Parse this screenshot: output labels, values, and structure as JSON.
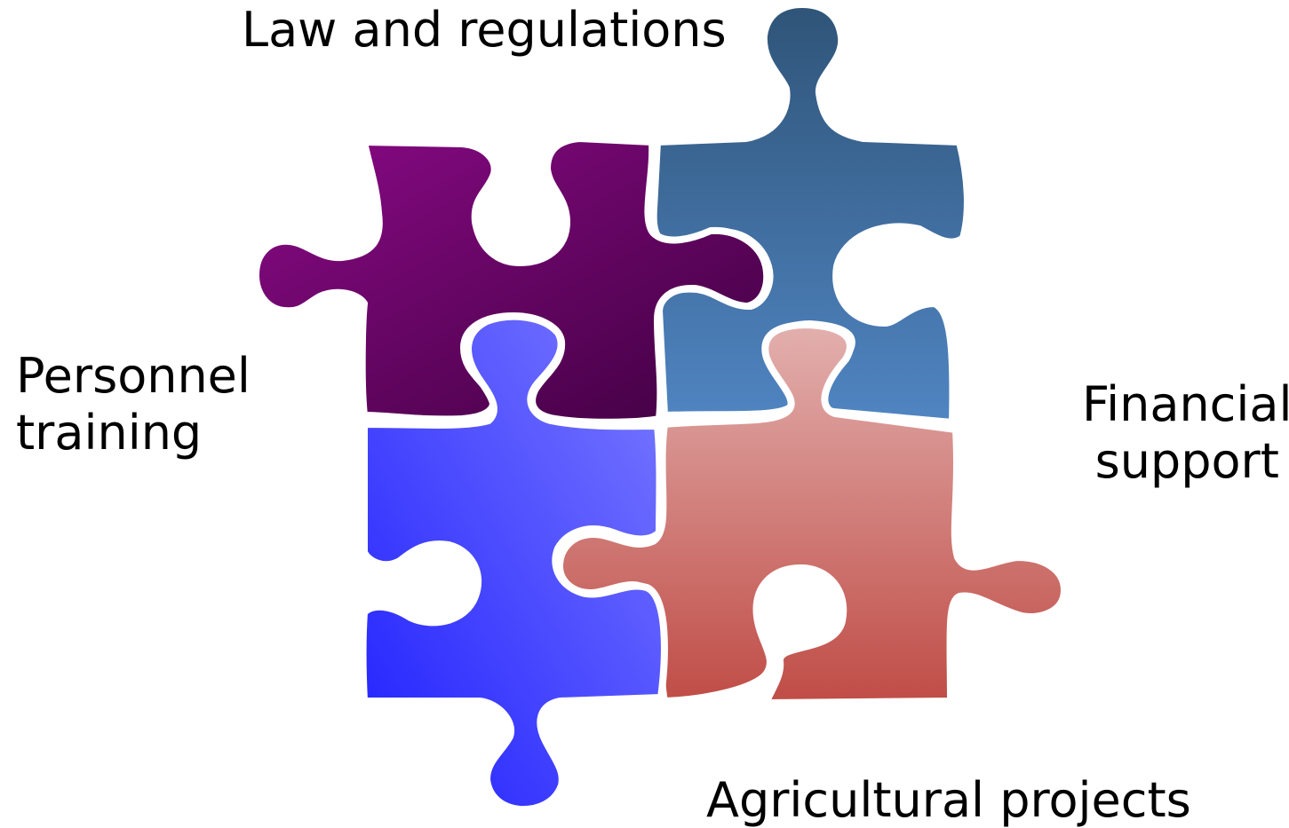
{
  "colors": {
    "purple_light": "#8a0a86",
    "purple_dark": "#3f0040",
    "blue_light": "#7b7bff",
    "blue_dark": "#1e1eff",
    "steel_dark": "#2f5478",
    "steel_light": "#5085c2",
    "rose_light": "#e2b0ae",
    "rose_dark": "#c04c46",
    "outline": "#ffffff"
  },
  "labels": {
    "law": "Law and regulations",
    "personnel": [
      "Personnel",
      "training"
    ],
    "financial": [
      "Financial",
      "support"
    ],
    "agricultural": "Agricultural projects"
  }
}
